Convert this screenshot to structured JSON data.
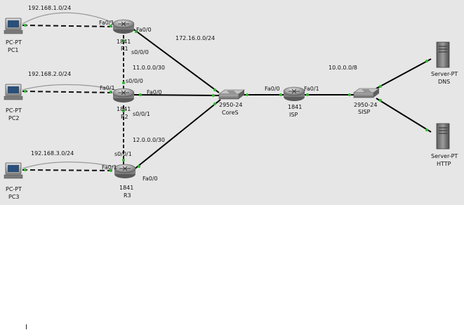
{
  "colors": {
    "canvas": "#e6e6e6",
    "link": "#000000",
    "serial": "#1a1a1a",
    "console_cable": "#9a9a9a"
  },
  "networks": {
    "lan1": "192.168.1.0/24",
    "lan2": "192.168.2.0/24",
    "lan3": "192.168.3.0/24",
    "core": "172.16.0.0/24",
    "serial1": "11.0.0.0/30",
    "serial2": "12.0.0.0/30",
    "isp": "10.0.0.0/8"
  },
  "devices": {
    "pc1": {
      "type": "PC-PT",
      "name": "PC1"
    },
    "pc2": {
      "type": "PC-PT",
      "name": "PC2"
    },
    "pc3": {
      "type": "PC-PT",
      "name": "PC3"
    },
    "r1": {
      "model": "1841",
      "name": "R1"
    },
    "r2": {
      "model": "1841",
      "name": "R2"
    },
    "r3": {
      "model": "1841",
      "name": "R3"
    },
    "cores": {
      "model": "2950-24",
      "name": "CoreS"
    },
    "isp": {
      "model": "1841",
      "name": "ISP"
    },
    "sisp": {
      "model": "2950-24",
      "name": "SISP"
    },
    "dns": {
      "type": "Server-PT",
      "name": "DNS"
    },
    "http": {
      "type": "Server-PT",
      "name": "HTTP"
    }
  },
  "ports": {
    "r1_fa01": "Fa0/1",
    "r1_fa00": "Fa0/0",
    "r1_s000": "s0/0/0",
    "r2_fa01": "Fa0/1",
    "r2_fa00": "Fa0/0",
    "r2_s000": "s0/0/0",
    "r2_s001": "s0/0/1",
    "r3_s001": "s0/0/1",
    "r3_fa01": "Fa0/1",
    "r3_fa00": "Fa0/0",
    "isp_fa00": "Fa0/0",
    "isp_fa01": "Fa0/1"
  }
}
